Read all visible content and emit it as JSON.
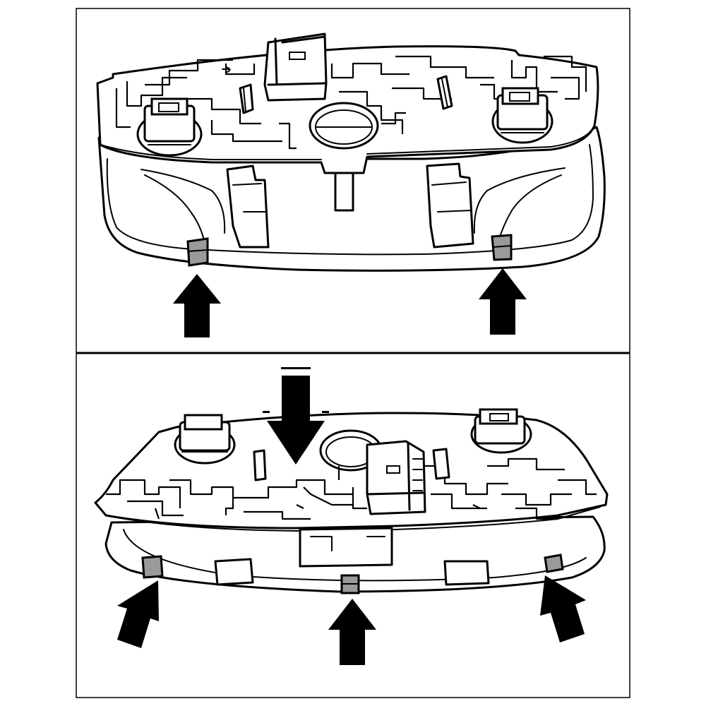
{
  "figure": {
    "panels": [
      {
        "id": "upper",
        "view": "cover-clips-release",
        "arrows": [
          {
            "id": "clip-left",
            "direction": "up"
          },
          {
            "id": "clip-right",
            "direction": "up"
          }
        ]
      },
      {
        "id": "lower",
        "view": "cover-clips-engage",
        "arrows": [
          {
            "id": "press-down",
            "direction": "down"
          },
          {
            "id": "clip-left",
            "direction": "up"
          },
          {
            "id": "clip-center",
            "direction": "up"
          },
          {
            "id": "clip-right",
            "direction": "up"
          }
        ]
      }
    ],
    "colors": {
      "line": "#000000",
      "background": "#ffffff",
      "clip_fill": "#9a9a9a"
    }
  }
}
